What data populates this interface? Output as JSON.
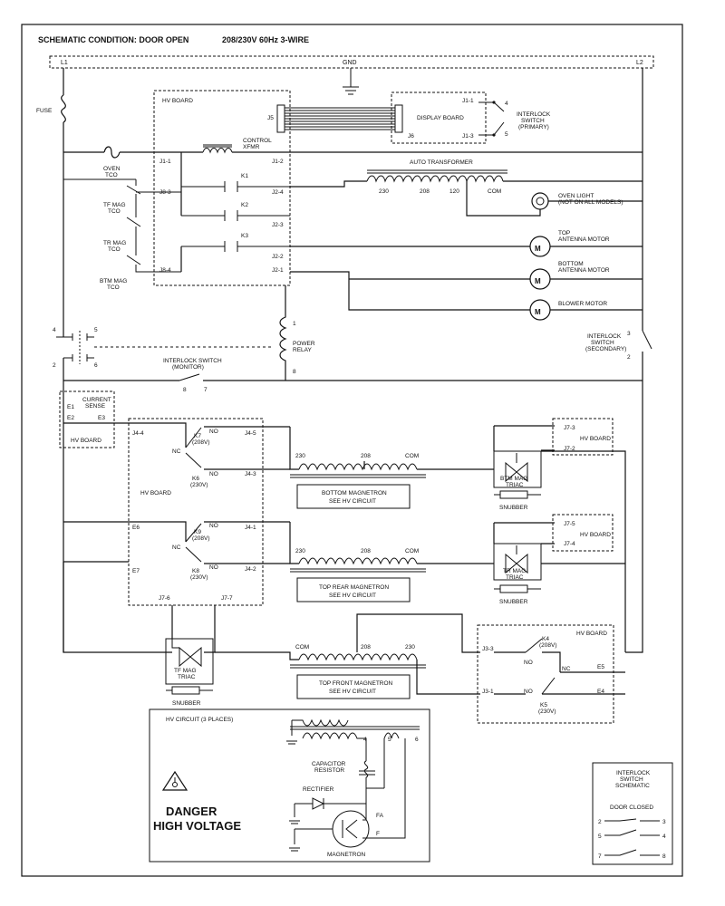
{
  "header": {
    "condition": "SCHEMATIC CONDITION: DOOR OPEN",
    "power": "208/230V 60Hz 3-WIRE"
  },
  "rails": {
    "l1": "L1",
    "gnd": "GND",
    "l2": "L2"
  },
  "labels": {
    "fuse": "FUSE",
    "oven_tco_1": "OVEN",
    "oven_tco_2": "TCO",
    "tf_mag_1": "TF MAG",
    "tf_mag_2": "TCO",
    "tr_mag_1": "TR MAG",
    "tr_mag_2": "TCO",
    "btm_mag_1": "BTM MAG",
    "btm_mag_2": "TCO",
    "hv_board": "HV BOARD",
    "j5": "J5",
    "display_board": "DISPLAY BOARD",
    "j6": "J6",
    "j1_1": "J1-1",
    "j1_3": "J1-3",
    "int_primary_1": "INTERLOCK",
    "int_primary_2": "SWITCH",
    "int_primary_3": "(PRIMARY)",
    "pin4": "4",
    "pin5": "5",
    "control_xfmr_1": "CONTROL",
    "control_xfmr_2": "XFMR",
    "hv_j1_1": "J1-1",
    "hv_j1_2": "J1-2",
    "hv_j8_3": "J8-3",
    "hv_j2_4": "J2-4",
    "hv_j2_3": "J2-3",
    "hv_j2_2": "J2-2",
    "hv_j8_4": "J8-4",
    "hv_j2_1": "J2-1",
    "k1": "K1",
    "k2": "K2",
    "k3": "K3",
    "auto_transformer": "AUTO TRANSFORMER",
    "tap230": "230",
    "tap208": "208",
    "tap120": "120",
    "tapcom": "COM",
    "oven_light_1": "OVEN LIGHT",
    "oven_light_2": "(NOT ON ALL MODELS)",
    "top_ant_1": "TOP",
    "top_ant_2": "ANTENNA MOTOR",
    "btm_ant_1": "BOTTOM",
    "btm_ant_2": "ANTENNA MOTOR",
    "blower": "BLOWER MOTOR",
    "motor_m": "M",
    "pr_1": "POWER",
    "pr_2": "RELAY",
    "pr_pin1": "1",
    "pr_pin8": "8",
    "int_mon_1": "INTERLOCK SWITCH",
    "int_mon_2": "(MONITOR)",
    "mon_pin8": "8",
    "mon_pin7": "7",
    "int_sec_1": "INTERLOCK",
    "int_sec_2": "SWITCH",
    "int_sec_3": "(SECONDARY)",
    "sec_pin3": "3",
    "sec_pin2": "2",
    "dpdt_4": "4",
    "dpdt_5": "5",
    "dpdt_2": "2",
    "dpdt_6": "6",
    "cs_1": "CURRENT",
    "cs_2": "SENSE",
    "e1": "E1",
    "e2": "E2",
    "e3": "E3",
    "cs_hv_board": "HV BOARD",
    "j4_4": "J4-4",
    "j4_5": "J4-5",
    "j4_3": "J4-3",
    "k7": "K7",
    "k7v": "(208V)",
    "k6": "K6",
    "k6v": "(230V)",
    "no": "NO",
    "nc": "NC",
    "hv_board_mid": "HV BOARD",
    "e6": "E6",
    "e7": "E7",
    "j4_1": "J4-1",
    "j4_2": "J4-2",
    "k9": "K9",
    "k9v": "(208V)",
    "k8": "K8",
    "k8v": "(230V)",
    "j7_6": "J7-6",
    "j7_7": "J7-7",
    "bm_230": "230",
    "bm_208": "208",
    "bm_com": "COM",
    "bm_box_1": "BOTTOM MAGNETRON",
    "bm_box_2": "SEE HV CIRCUIT",
    "tr_230": "230",
    "tr_208": "208",
    "tr_com": "COM",
    "tr_box_1": "TOP REAR MAGNETRON",
    "tr_box_2": "SEE HV CIRCUIT",
    "tf_com": "COM",
    "tf_208": "208",
    "tf_230": "230",
    "tf_box_1": "TOP FRONT MAGNETRON",
    "tf_box_2": "SEE HV CIRCUIT",
    "j7_3": "J7-3",
    "j7_2": "J7-2",
    "r_hv_1": "HV BOARD",
    "j7_5": "J7-5",
    "j7_4": "J7-4",
    "r_hv_2": "HV BOARD",
    "btm_triac_1": "BTM MAG",
    "btm_triac_2": "TRIAC",
    "tr_triac_1": "TR MAG",
    "tr_triac_2": "TRIAC",
    "tf_triac_1": "TF MAG",
    "tf_triac_2": "TRIAC",
    "snubber": "SNUBBER",
    "lr_hv": "HV BOARD",
    "j3_3": "J3-3",
    "j3_1": "J3-1",
    "k4": "K4",
    "k4v": "(208V)",
    "k5": "K5",
    "k5v": "(230V)",
    "e5": "E5",
    "e4": "E4",
    "hvc_title": "HV CIRCUIT (3 PLACES)",
    "hvc_4": "4",
    "hvc_5": "5",
    "hvc_6": "6",
    "cap_1": "CAPACITOR",
    "cap_2": "RESISTOR",
    "rectifier": "RECTIFIER",
    "fa": "FA",
    "f": "F",
    "magnetron": "MAGNETRON",
    "danger_1": "DANGER",
    "danger_2": "HIGH VOLTAGE",
    "iss_1": "INTERLOCK",
    "iss_2": "SWITCH",
    "iss_3": "SCHEMATIC",
    "door_closed": "DOOR CLOSED",
    "iss_2l": "2",
    "iss_3r": "3",
    "iss_5l": "5",
    "iss_4r": "4",
    "iss_7l": "7",
    "iss_8r": "8"
  },
  "colors": {
    "ink": "#111111",
    "paper": "#ffffff"
  }
}
